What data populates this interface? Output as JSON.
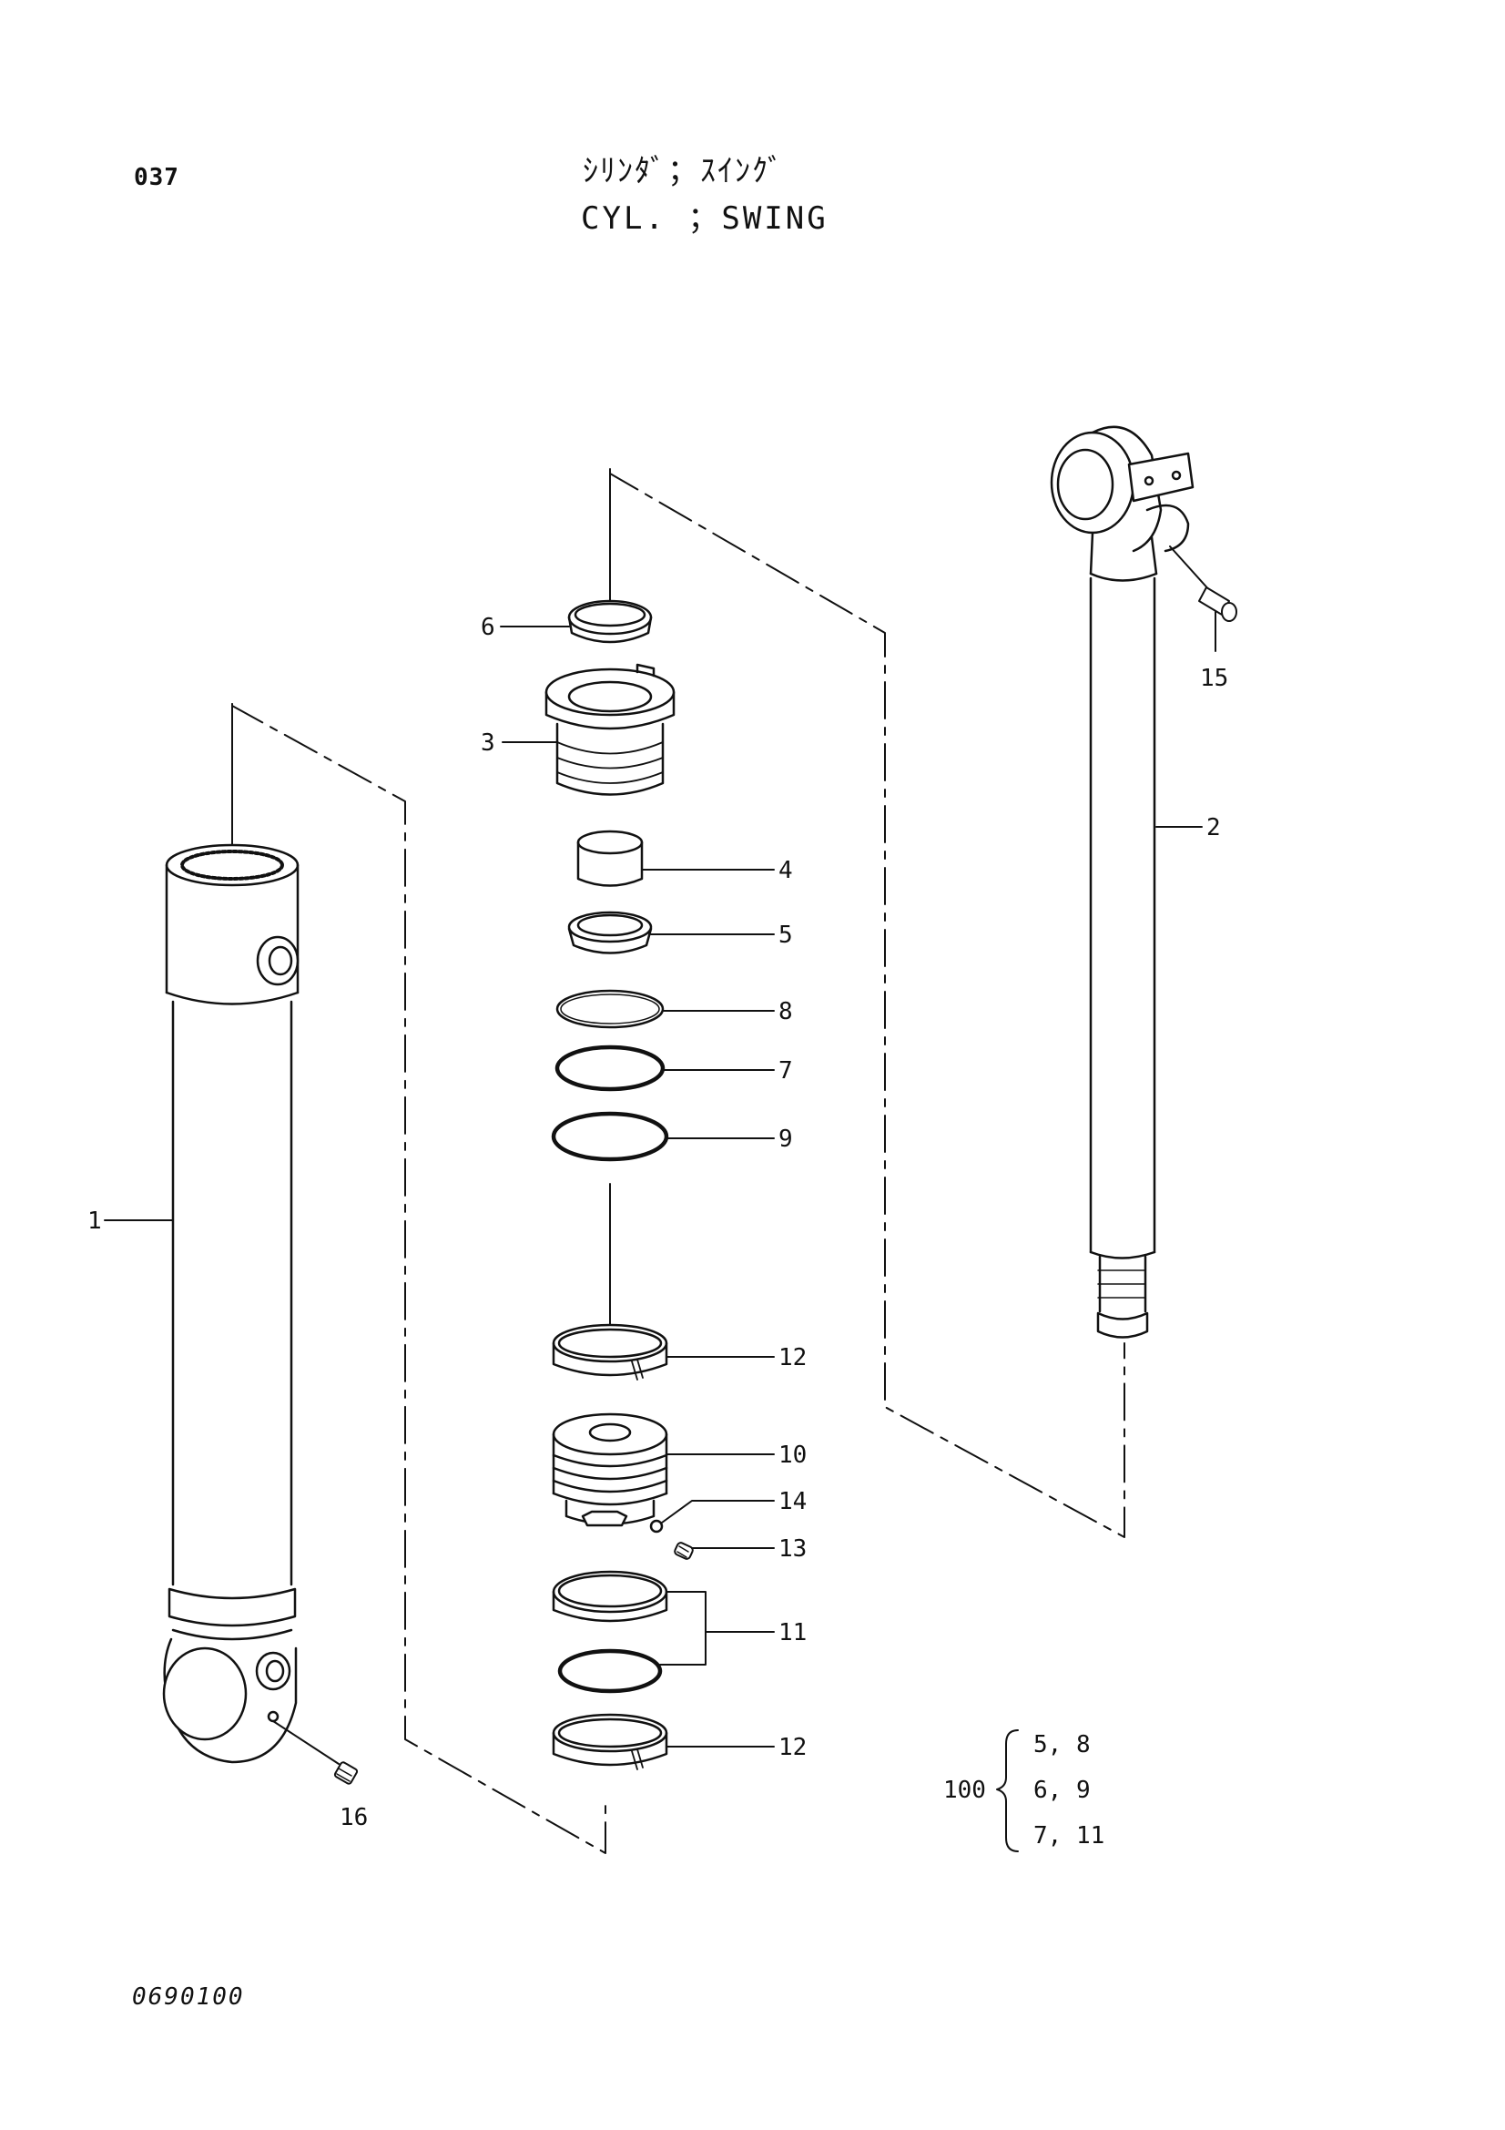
{
  "header": {
    "page_number": "037",
    "title_jp": "ｼﾘﾝﾀﾞ；ｽｲﾝｸﾞ",
    "title_en": "CYL. ；SWING"
  },
  "callouts": [
    "1",
    "2",
    "3",
    "4",
    "5",
    "6",
    "7",
    "8",
    "9",
    "10",
    "11",
    "12",
    "12",
    "13",
    "14",
    "15",
    "16"
  ],
  "kit": {
    "number": "100",
    "rows": [
      "5,  8",
      "6,  9",
      "7,  11"
    ]
  },
  "footer": {
    "drawing_number": "0690100"
  }
}
